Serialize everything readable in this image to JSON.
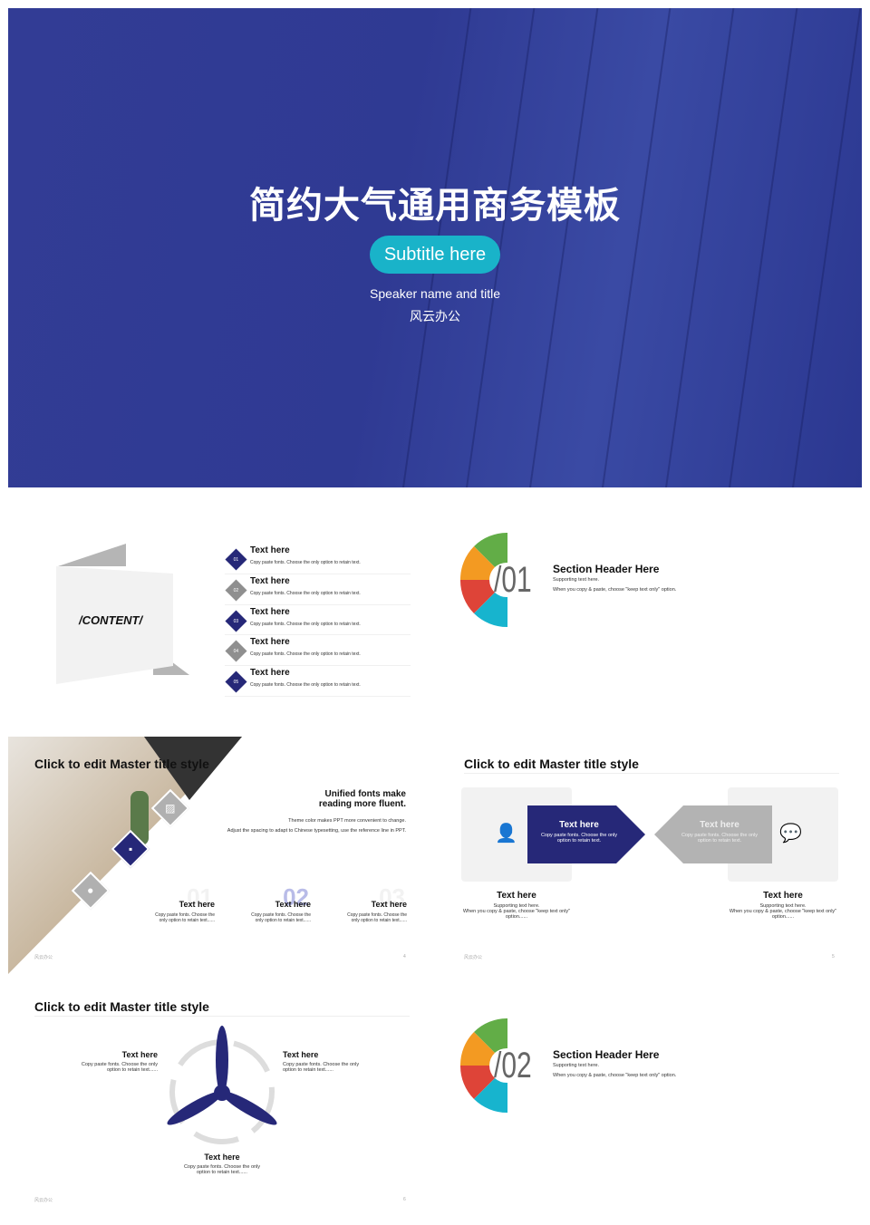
{
  "cover": {
    "title": "简约大气通用商务模板",
    "subtitle": "Subtitle here",
    "speaker": "Speaker name and title",
    "company": "风云办公"
  },
  "contents": {
    "label": "/CONTENT/",
    "items": [
      {
        "num": "01",
        "title": "Text here",
        "text": "Copy paste fonts. Choose the only option to retain text."
      },
      {
        "num": "02",
        "title": "Text here",
        "text": "Copy paste fonts. Choose the only option to retain text."
      },
      {
        "num": "03",
        "title": "Text here",
        "text": "Copy paste fonts. Choose the only option to retain text."
      },
      {
        "num": "04",
        "title": "Text here",
        "text": "Copy paste fonts. Choose the only option to retain text."
      },
      {
        "num": "05",
        "title": "Text here",
        "text": "Copy paste fonts. Choose the only option to retain text."
      }
    ]
  },
  "section1": {
    "num": "/01",
    "title": "Section Header Here",
    "line1": "Supporting text here.",
    "line2": "When you copy & paste, choose \"keep text only\" option."
  },
  "slide4": {
    "title": "Click to edit Master title style",
    "heading1": "Unified fonts make",
    "heading2": "reading more fluent.",
    "line1": "Theme color makes PPT more convenient to change.",
    "line2": "Adjust the spacing to adapt to Chinese typesetting, use the reference line in PPT.",
    "cols": [
      {
        "num": "01",
        "title": "Text here",
        "l1": "Copy paste fonts. Choose the",
        "l2": "only option to retain text......"
      },
      {
        "num": "02",
        "title": "Text here",
        "l1": "Copy paste fonts. Choose the",
        "l2": "only option to retain text......"
      },
      {
        "num": "03",
        "title": "Text here",
        "l1": "Copy paste fonts. Choose the",
        "l2": "only option to retain text......"
      }
    ],
    "footer": "风云办公",
    "page": "4"
  },
  "slide5": {
    "title": "Click to edit Master title style",
    "left_box": {
      "title": "Text here",
      "l1": "Copy paste fonts. Choose the only",
      "l2": "option to retain text."
    },
    "right_box": {
      "title": "Text here",
      "l1": "Copy paste fonts. Choose the only",
      "l2": "option to retain text."
    },
    "left": {
      "title": "Text here",
      "l1": "Supporting text here.",
      "l2": "When you copy & paste, choose \"keep text only\"",
      "l3": "option......"
    },
    "right": {
      "title": "Text here",
      "l1": "Supporting text here.",
      "l2": "When you copy & paste, choose \"keep text only\"",
      "l3": "option......"
    },
    "footer": "风云办公",
    "page": "5"
  },
  "slide6": {
    "title": "Click to edit Master title style",
    "a": {
      "title": "Text here",
      "l1": "Copy paste fonts. Choose the only",
      "l2": "option to retain text......"
    },
    "b": {
      "title": "Text here",
      "l1": "Copy paste fonts. Choose the only",
      "l2": "option to retain text......"
    },
    "c": {
      "title": "Text here",
      "l1": "Copy paste fonts. Choose the only",
      "l2": "option to retain text......"
    },
    "footer": "风云办公",
    "page": "6"
  },
  "section2": {
    "num": "/02",
    "title": "Section Header Here",
    "line1": "Supporting text here.",
    "line2": "When you copy & paste, choose \"keep text only\" option."
  },
  "colors": {
    "navy": "#262878",
    "teal": "#19b3c9",
    "green": "#62ad47",
    "orange": "#f39a22",
    "red": "#de4438",
    "cyan": "#17b4ce"
  }
}
